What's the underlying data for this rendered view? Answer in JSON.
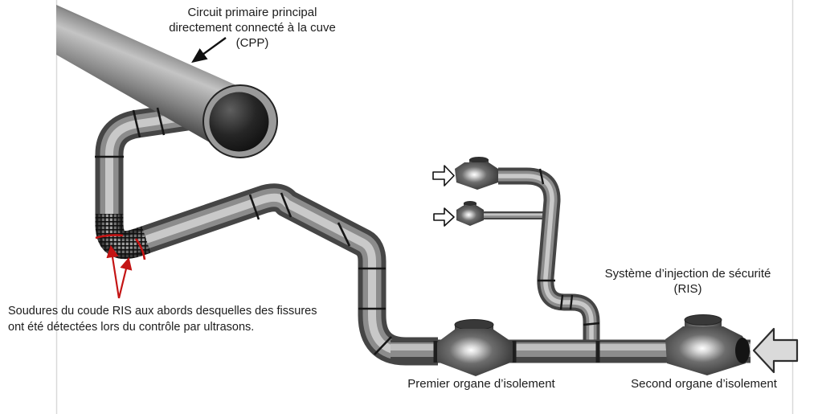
{
  "figure": {
    "title_hint": "Schéma de tuyauterie RIS / CPP",
    "labels": {
      "cpp": {
        "line1": "Circuit primaire principal",
        "line2": "directement connecté à la cuve",
        "line3": "(CPP)"
      },
      "weld_note": {
        "line1": "Soudures du coude RIS aux abords desquelles des fissures",
        "line2": "ont été détectées lors du contrôle par ultrasons."
      },
      "ris": {
        "line1": "Système d’injection de sécurité",
        "line2": "(RIS)"
      },
      "valve_first": "Premier organe d’isolement",
      "valve_second": "Second organe d’isolement"
    },
    "icons": {
      "cpp_pointer": "black-down-left-arrow-icon",
      "weld_pointers": "red-weld-pointer-arrows-icon",
      "injection_arrows": "white-right-arrow-icon (x2)",
      "inlet_arrow": "large-gray-left-arrow-icon"
    },
    "colors": {
      "annotation_red": "#c41414",
      "pipe_dark": "#454545",
      "pipe_mid": "#8c8c8c",
      "pipe_highlight": "#c9c9c9",
      "valve_dark": "#3a3a3a",
      "big_arrow_fill": "#dadada",
      "arrow_outline": "#2e2e2e",
      "text": "#1c1c1c",
      "frame_line": "#d9d9d9",
      "background": "#ffffff"
    }
  }
}
